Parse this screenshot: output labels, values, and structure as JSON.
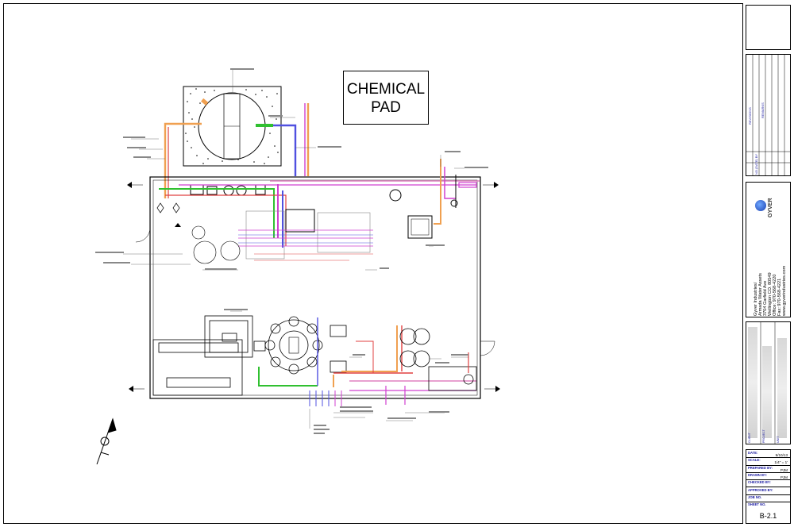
{
  "title_label": {
    "line1": "CHEMICAL",
    "line2": "PAD"
  },
  "revisions": {
    "header": "REVISIONS",
    "remarks": "REMARKS",
    "no_date_by": "NO.|DATE| BY"
  },
  "company": {
    "logo_text": "GYVER",
    "line1": "Gyver Industries/",
    "line2": "Armada Water Assets",
    "line3": "3704 Garfield Ave",
    "line4": "Wellington CO. 80549",
    "line5": "Office: 970-568-4220",
    "line6": "Fax: 970-568-4221",
    "line7": "www.gyverindustries.com"
  },
  "stamps": {
    "client": "CLIENT",
    "project": "PROJECT",
    "unit": "UNIT"
  },
  "info": {
    "date_label": "DATE:",
    "date_value": "9/10/13",
    "scale_label": "SCALE:",
    "scale_value": "1/4\" = 1'",
    "prepared_label": "PREPARED BY:",
    "prepared_value": "PJM",
    "drawn_label": "DRAWN BY:",
    "drawn_value": "PJM",
    "checked_label": "CHECKED BY:",
    "approved_label": "APPROVED BY:",
    "job_label": "JOB NO.",
    "sheet_label": "SHEET NO.",
    "sheet_value": "B-2.1"
  },
  "colors": {
    "frame": "#000000",
    "pipe_orange": "#f0a050",
    "pipe_red": "#e04040",
    "pipe_green": "#30c030",
    "pipe_blue": "#5050e0",
    "pipe_magenta": "#d040d0",
    "pipe_pink": "#e080c0",
    "title_blue": "#1a1aa0"
  },
  "icons": [
    "section-marker-icon",
    "north-arrow-icon",
    "gyver-logo-icon"
  ]
}
